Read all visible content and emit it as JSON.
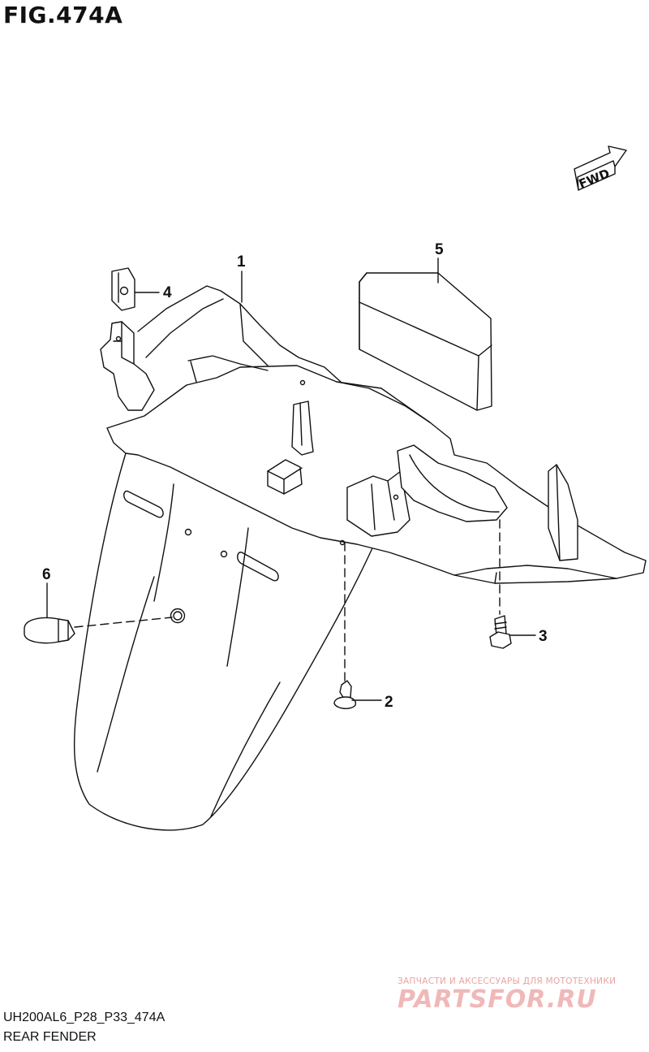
{
  "figure": {
    "title": "FIG.474A",
    "fwd_label": "FWD"
  },
  "callouts": [
    {
      "id": "callout-1",
      "label": "1"
    },
    {
      "id": "callout-2",
      "label": "2"
    },
    {
      "id": "callout-3",
      "label": "3"
    },
    {
      "id": "callout-4",
      "label": "4"
    },
    {
      "id": "callout-5",
      "label": "5"
    },
    {
      "id": "callout-6",
      "label": "6"
    }
  ],
  "watermark": {
    "tagline": "ЗАПЧАСТИ И АКСЕССУАРЫ ДЛЯ МОТОТЕХНИКИ",
    "logo": "PARTSFOR.RU"
  },
  "footer": {
    "code": "UH200AL6_P28_P33_474A",
    "name": "REAR FENDER"
  },
  "colors": {
    "line": "#111111",
    "background": "#ffffff",
    "watermark": "#f0b8b8"
  }
}
